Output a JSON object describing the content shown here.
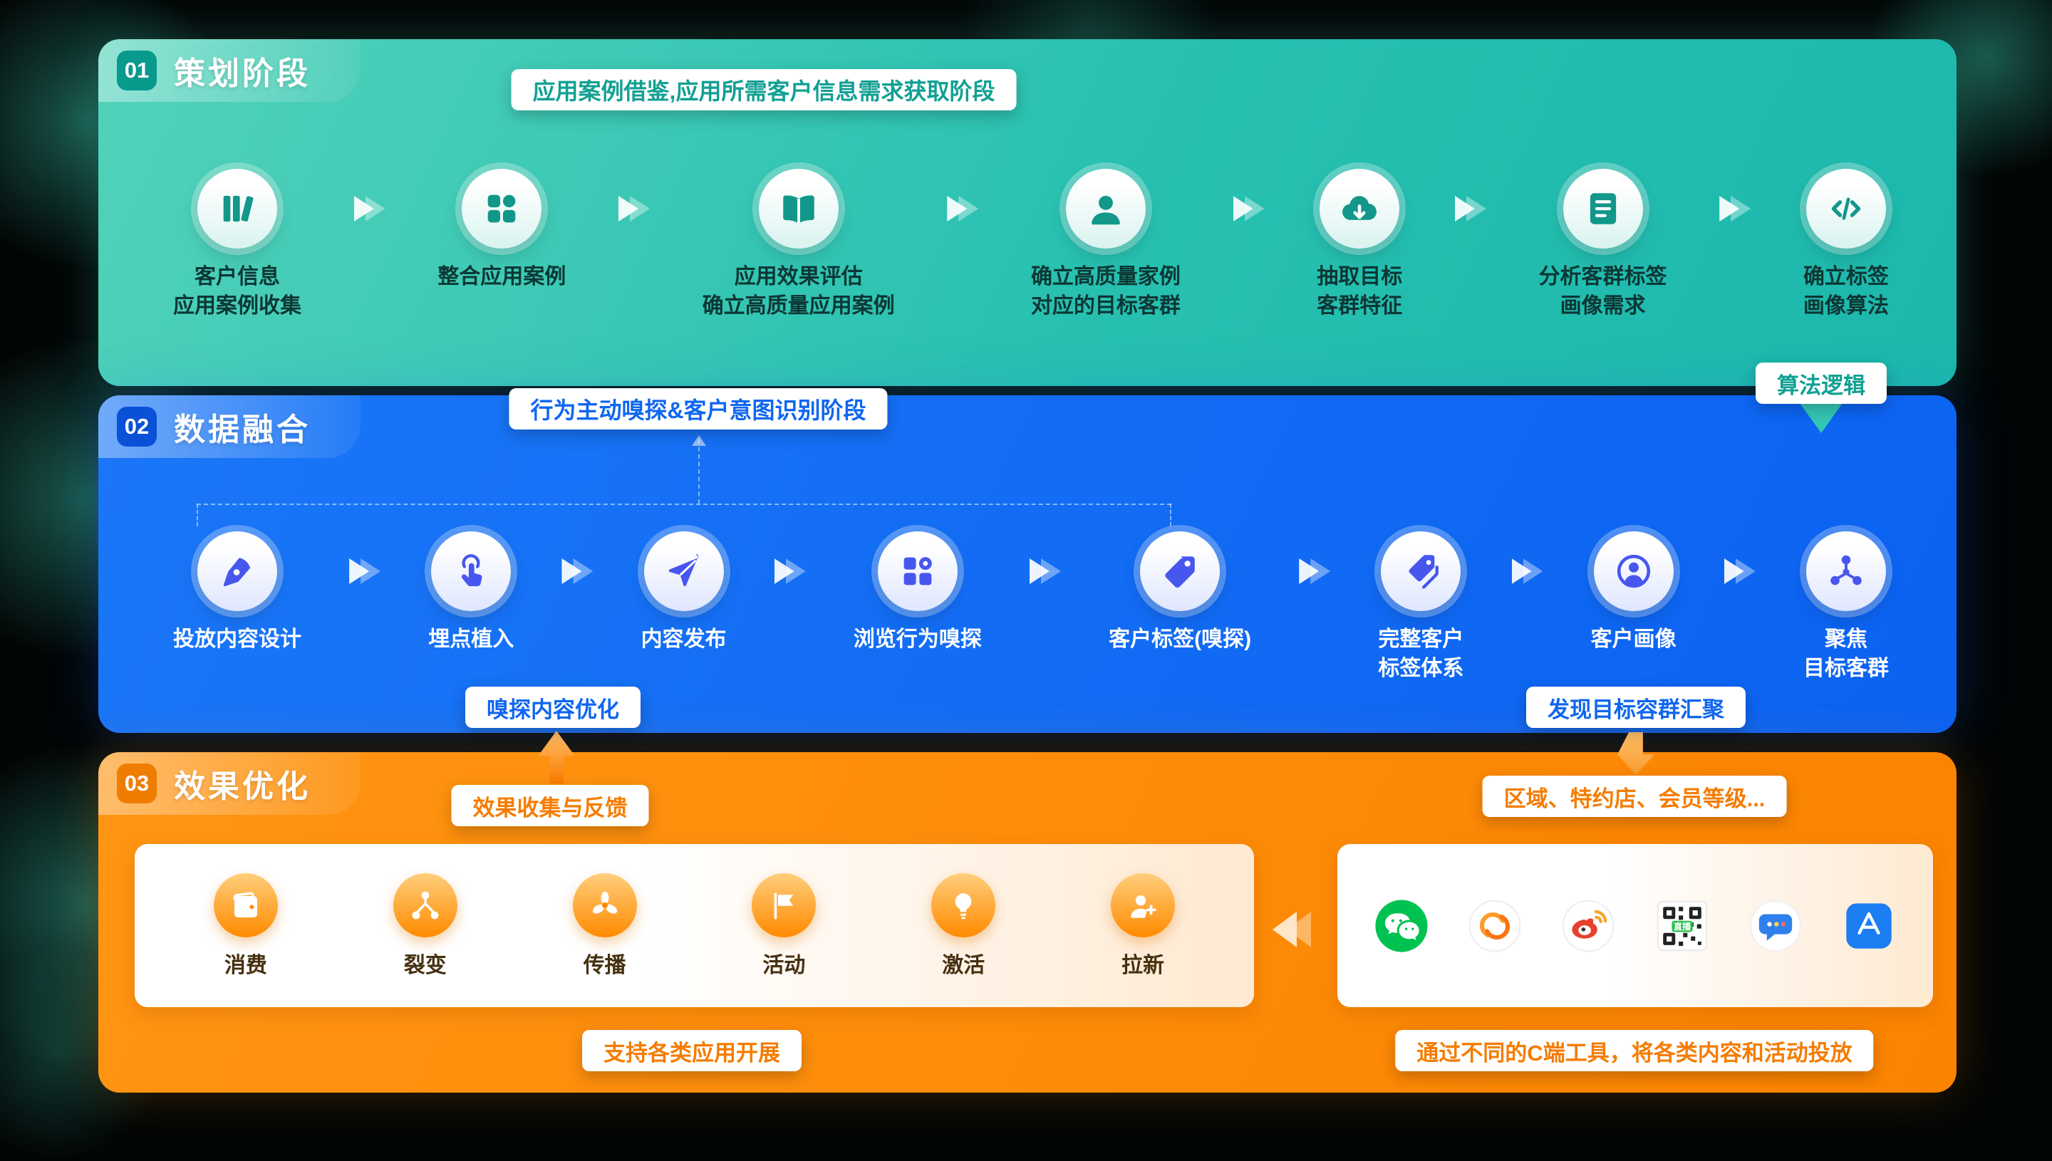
{
  "colors": {
    "teal_band": "#27c0b0",
    "blue_band": "#0b62f1",
    "orange_band": "#fb8300",
    "teal_text": "#11a093",
    "blue_text": "#0f66f0",
    "orange_text": "#f57c00",
    "background": "#020505"
  },
  "phases": [
    {
      "number": "01",
      "title": "策划阶段",
      "banner": "应用案例借鉴,应用所需客户信息需求获取阶段",
      "steps": [
        {
          "icon": "book-stack-icon",
          "label": "客户信息\n应用案例收集"
        },
        {
          "icon": "app-grid-icon",
          "label": "整合应用案例"
        },
        {
          "icon": "open-book-icon",
          "label": "应用效果评估\n确立高质量应用案例"
        },
        {
          "icon": "user-icon",
          "label": "确立高质量家例\n对应的目标客群"
        },
        {
          "icon": "cloud-download-icon",
          "label": "抽取目标\n客群特征"
        },
        {
          "icon": "document-icon",
          "label": "分析客群标签\n画像需求"
        },
        {
          "icon": "code-icon",
          "label": "确立标签\n画像算法"
        }
      ],
      "callouts": {
        "algorithm_logic": "算法逻辑"
      }
    },
    {
      "number": "02",
      "title": "数据融合",
      "banner": "行为主动嗅探&客户意图识别阶段",
      "steps": [
        {
          "icon": "pen-icon",
          "label": "投放内容设计"
        },
        {
          "icon": "tap-icon",
          "label": "埋点植入"
        },
        {
          "icon": "paper-plane-icon",
          "label": "内容发布"
        },
        {
          "icon": "grid-scan-icon",
          "label": "浏览行为嗅探"
        },
        {
          "icon": "tag-icon",
          "label": "客户标签(嗅探)"
        },
        {
          "icon": "tags-icon",
          "label": "完整客户\n标签体系"
        },
        {
          "icon": "user-circle-icon",
          "label": "客户画像"
        },
        {
          "icon": "network-icon",
          "label": "聚焦\n目标客群"
        }
      ],
      "callouts": {
        "sniff_optimize": "嗅探内容优化",
        "target_cluster": "发现目标容群汇聚"
      }
    },
    {
      "number": "03",
      "title": "效果优化",
      "callouts": {
        "feedback": "效果收集与反馈",
        "region": "区域、特约店、会员等级...",
        "support": "支持各类应用开展",
        "c_tools": "通过不同的C端工具，将各类内容和活动投放"
      },
      "activities": [
        {
          "icon": "wallet-icon",
          "label": "消费"
        },
        {
          "icon": "split-icon",
          "label": "裂变"
        },
        {
          "icon": "fan-icon",
          "label": "传播"
        },
        {
          "icon": "flag-icon",
          "label": "活动"
        },
        {
          "icon": "bulb-icon",
          "label": "激活"
        },
        {
          "icon": "user-plus-icon",
          "label": "拉新"
        }
      ],
      "channels": [
        {
          "icon": "wechat-icon"
        },
        {
          "icon": "channels-icon"
        },
        {
          "icon": "weibo-icon"
        },
        {
          "icon": "live-qrcode-icon",
          "badge": "直播"
        },
        {
          "icon": "chat-icon"
        },
        {
          "icon": "appstore-icon"
        }
      ]
    }
  ]
}
